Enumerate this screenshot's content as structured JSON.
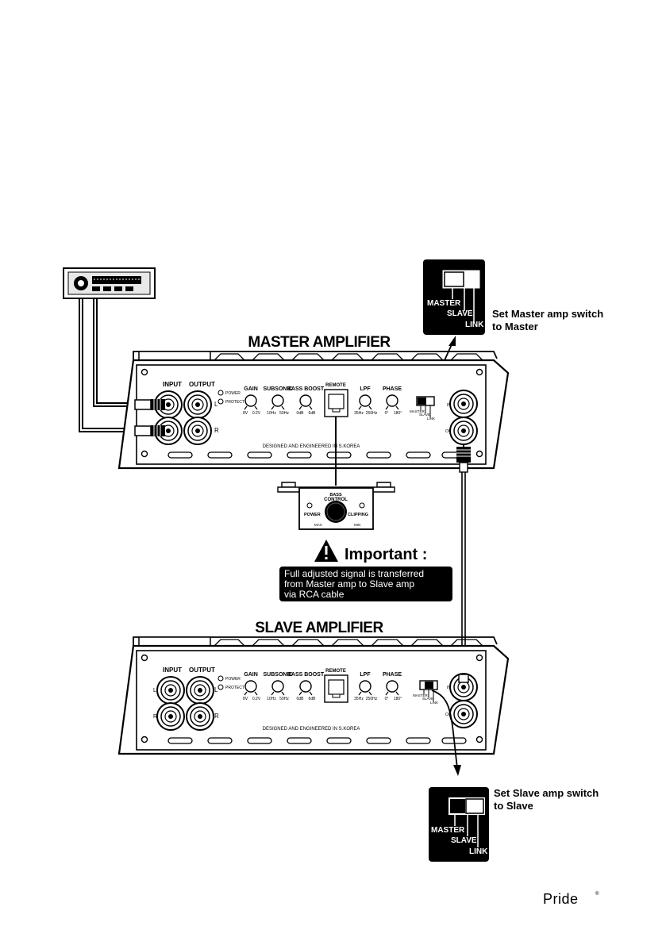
{
  "master": {
    "title": "MASTER AMPLIFIER",
    "switch_note_line1": "Set Master amp switch",
    "switch_note_line2": "to Master"
  },
  "slave": {
    "title": "SLAVE AMPLIFIER",
    "switch_note_line1": "Set Slave amp switch",
    "switch_note_line2": "to Slave"
  },
  "switch": {
    "master": "MASTER",
    "slave": "SLAVE",
    "link": "LINK"
  },
  "panel": {
    "input": "INPUT",
    "output": "OUTPUT",
    "power": "POWER",
    "protect": "PROTECT",
    "left": "L",
    "right": "R",
    "gain": "GAIN",
    "gain_min": "8V",
    "gain_max": "0.2V",
    "subsonic": "SUBSONIC",
    "subsonic_min": "10Hz",
    "subsonic_max": "50Hz",
    "bass_boost": "BASS BOOST",
    "bass_min": "0dB",
    "bass_max": "6dB",
    "remote": "REMOTE",
    "lpf": "LPF",
    "lpf_min": "35Hz",
    "lpf_max": "250Hz",
    "phase": "PHASE",
    "phase_min": "0°",
    "phase_max": "180°",
    "in": "IN",
    "out": "OUT",
    "designed": "DESIGNED AND ENGINEERED IN S.KOREA"
  },
  "bass_control": {
    "line1": "BASS",
    "line2": "CONTROL",
    "power": "POWER",
    "clipping": "CLIPPING",
    "max": "MAX",
    "min": "MIN"
  },
  "important": {
    "title": "Important :",
    "line1": "Full adjusted signal is transferred",
    "line2": "from Master amp to Slave amp",
    "line3": "via RCA cable"
  },
  "brand": "Pride"
}
